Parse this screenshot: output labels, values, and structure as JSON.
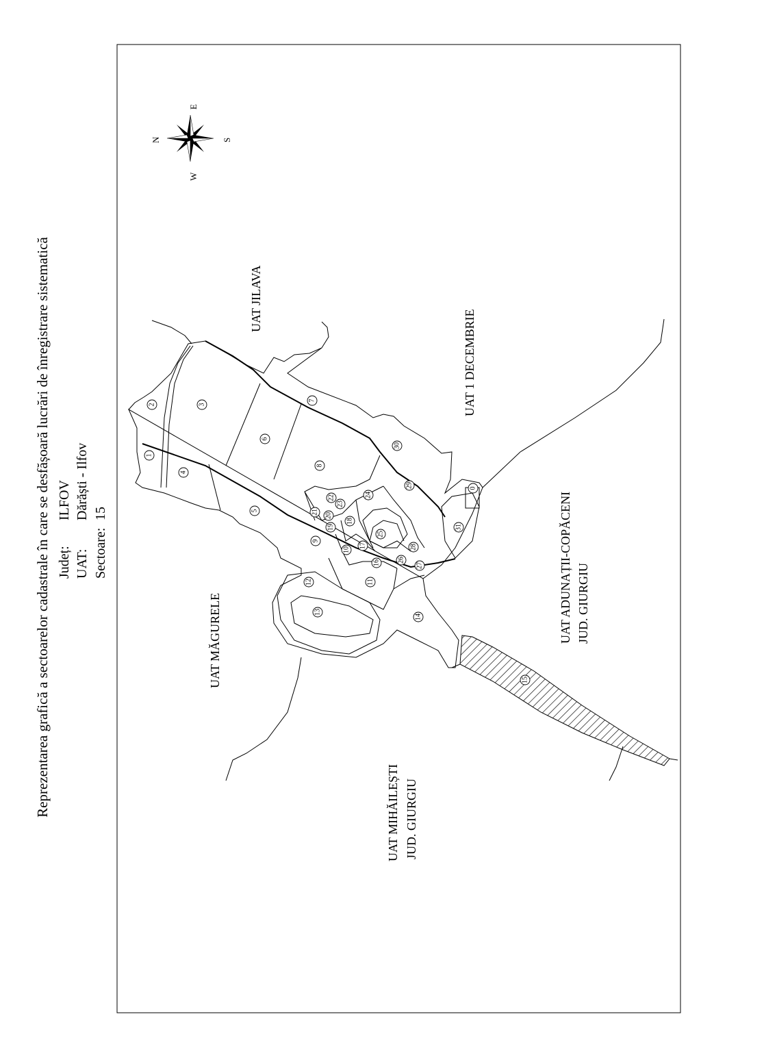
{
  "title": "Reprezentarea grafică a sectoarelor cadastrale în care se desfășoară lucrări de înregistrare sistematică",
  "info": {
    "judet_label": "Județ:",
    "judet_value": "ILFOV",
    "uat_label": "UAT:",
    "uat_value": "Dărăști - Ilfov",
    "sectoare_label": "Sectoare:",
    "sectoare_value": "15"
  },
  "neighbors": {
    "jilava": "UAT JILAVA",
    "decembrie": "UAT 1 DECEMBRIE",
    "adunatii": "UAT ADUNAȚII-COPĂCENI",
    "adunatii_sub": "JUD. GIURGIU",
    "magurele": "UAT MĂGURELE",
    "mihailesti": "UAT MIHĂILEȘTI",
    "mihailesti_sub": "JUD. GIURGIU"
  },
  "compass": {
    "n": "N",
    "e": "E",
    "s": "S",
    "w": "W"
  },
  "sectors": [
    "1",
    "2",
    "3",
    "4",
    "5",
    "6",
    "7",
    "8",
    "9",
    "10",
    "11",
    "12",
    "13",
    "14",
    "15",
    "16",
    "17",
    "18",
    "19",
    "20",
    "21",
    "22",
    "23",
    "24",
    "25",
    "26",
    "27",
    "28",
    "29",
    "30",
    "31",
    "0"
  ]
}
